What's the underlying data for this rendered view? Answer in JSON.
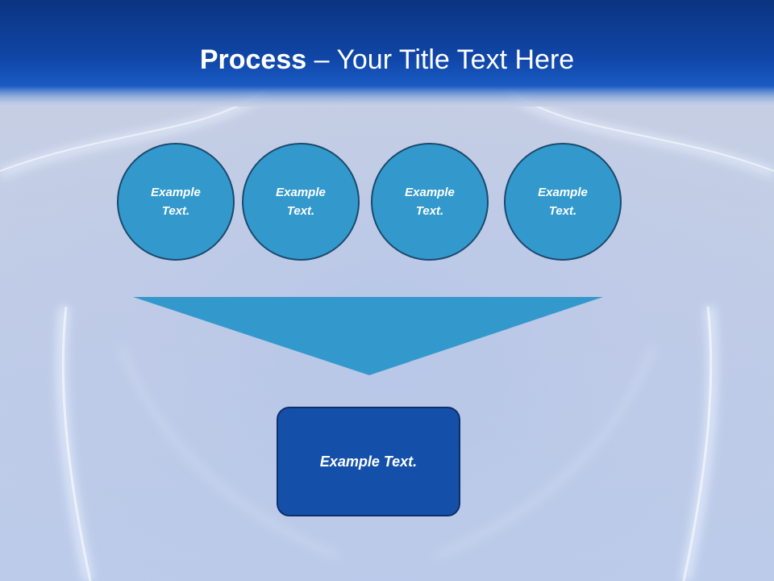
{
  "title": {
    "bold": "Process",
    "rest": " – Your Title Text Here"
  },
  "steps": [
    {
      "text": "Example Text."
    },
    {
      "text": "Example Text."
    },
    {
      "text": "Example Text."
    },
    {
      "text": "Example Text."
    }
  ],
  "result": {
    "text": "Example Text."
  },
  "colors": {
    "title_bar": "#1046a8",
    "circle_fill": "#3399cc",
    "circle_border": "#1a4a6e",
    "funnel_fill": "#3399cc",
    "result_fill": "#1450aa",
    "result_border": "#0e2f66",
    "text": "#ffffff"
  }
}
